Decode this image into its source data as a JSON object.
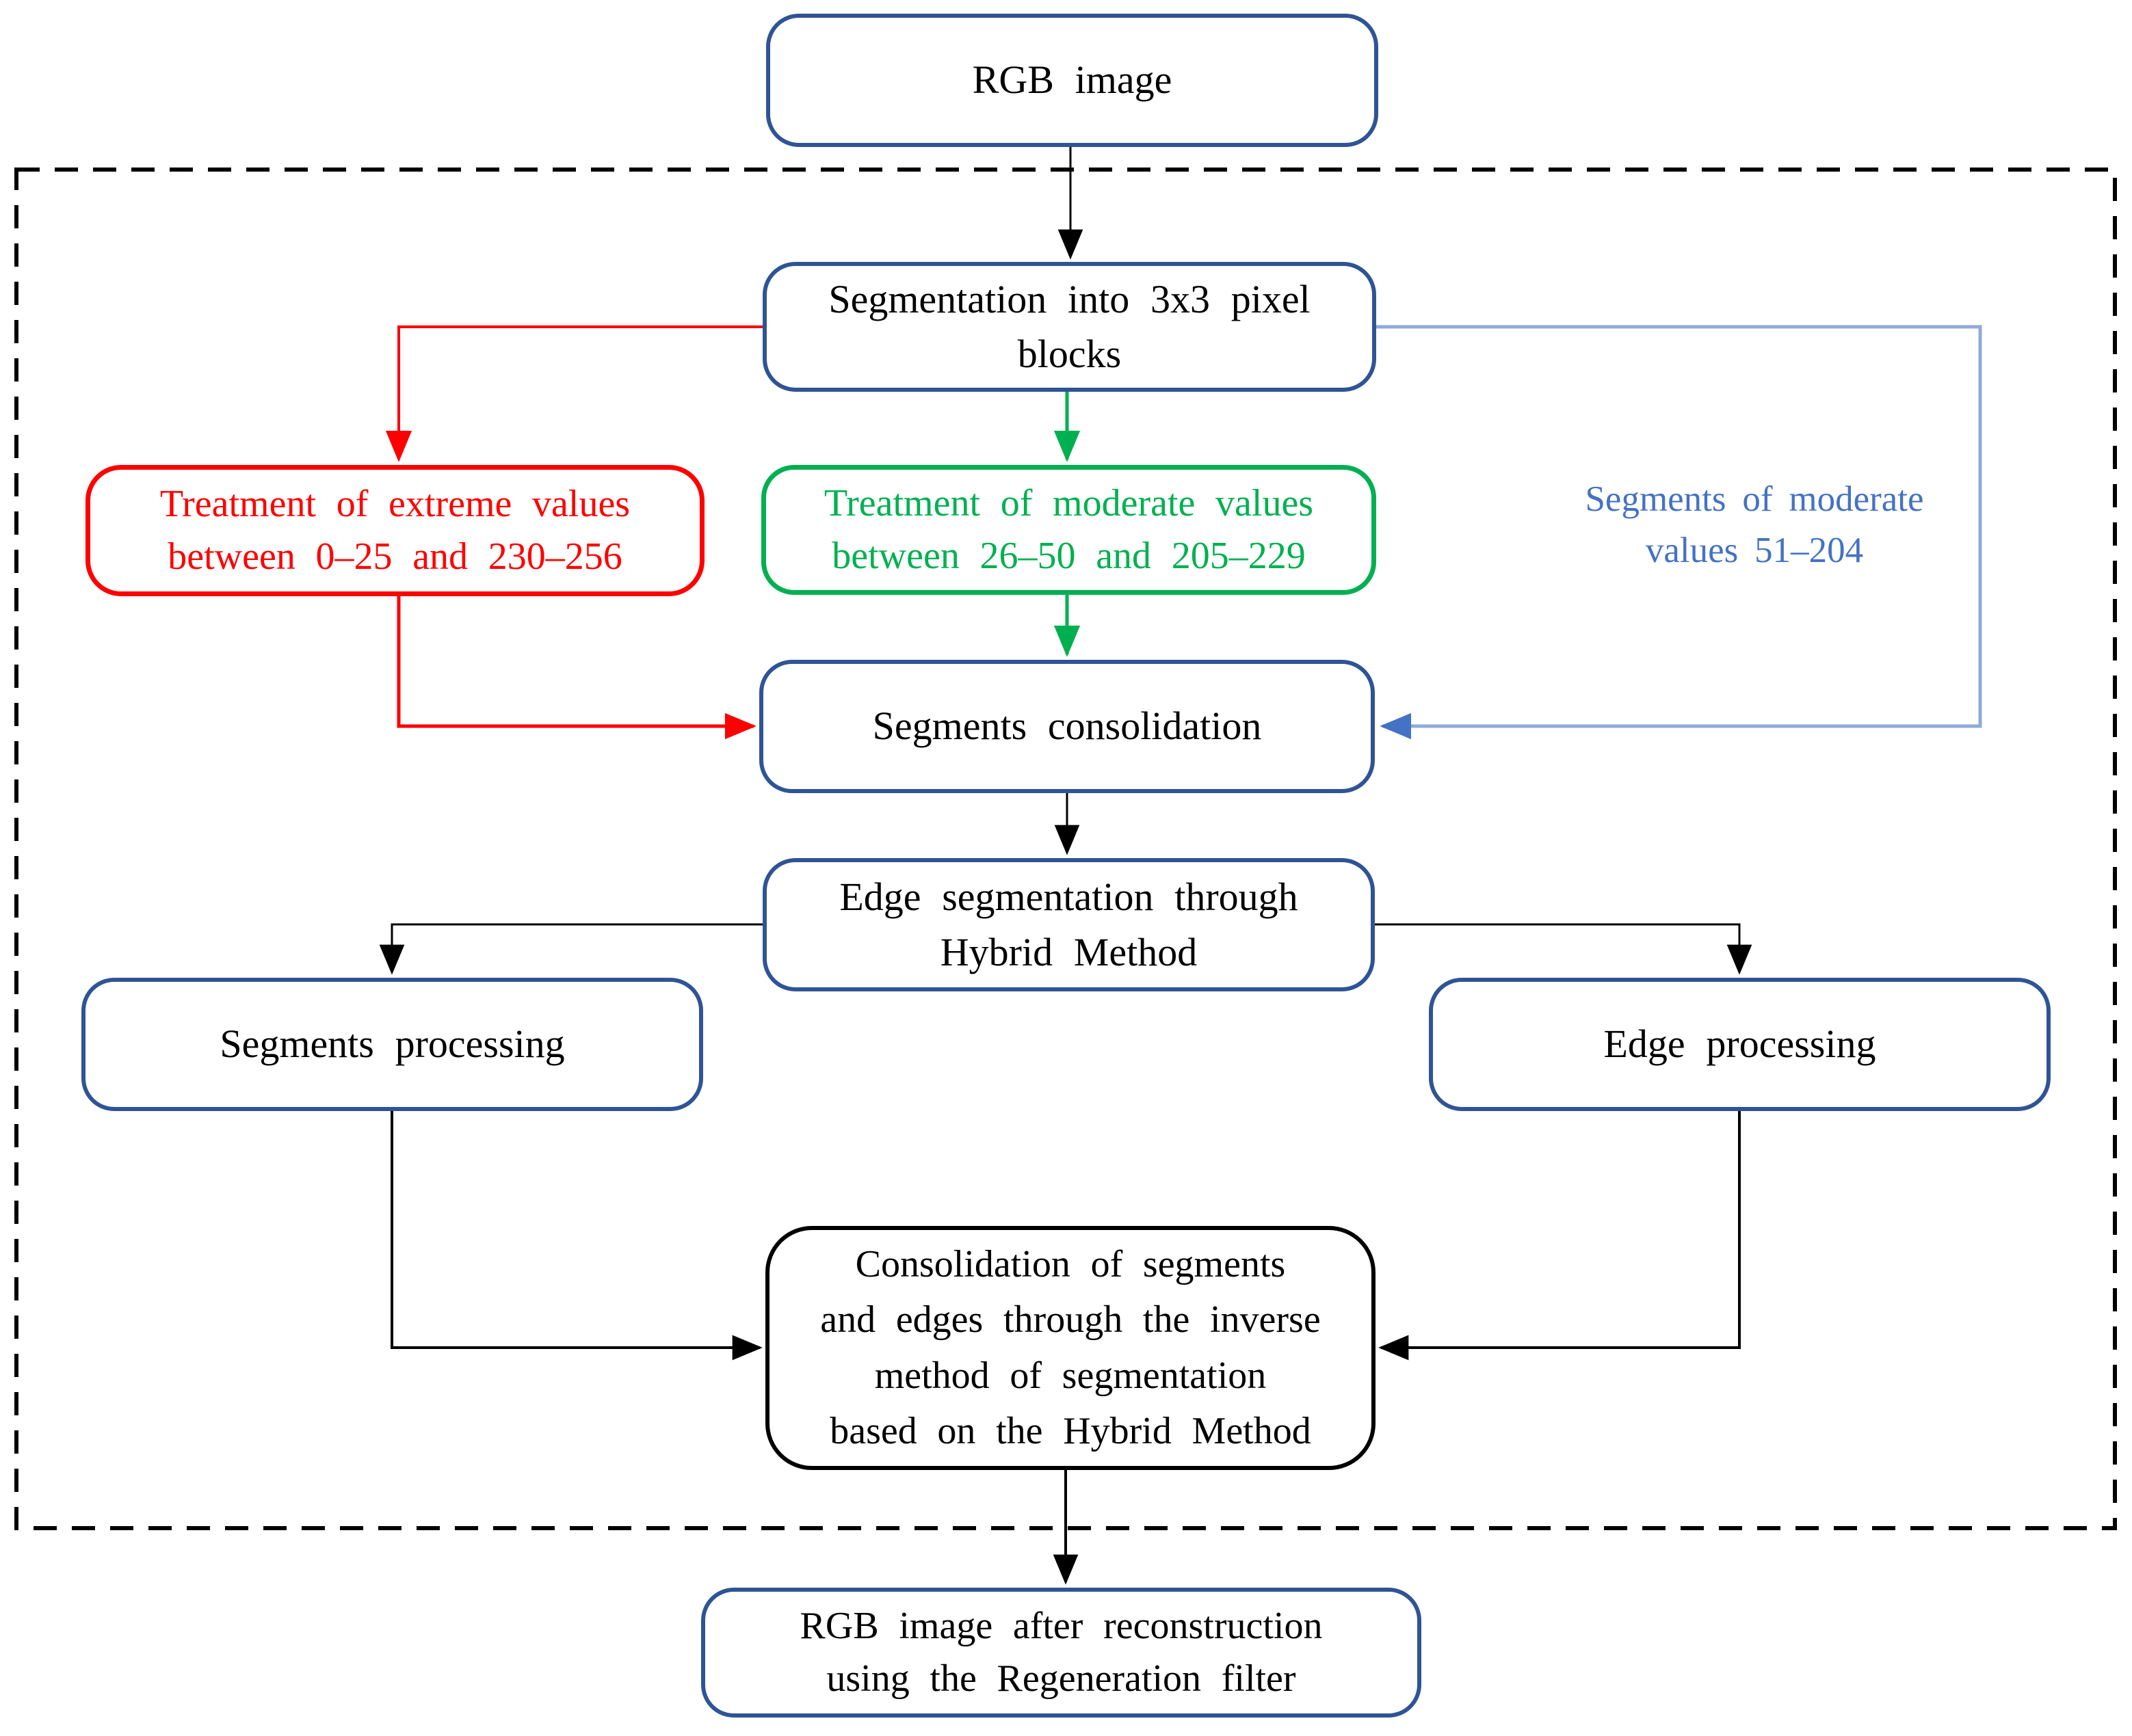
{
  "diagram": {
    "colors": {
      "node_border_blue": "#2F5496",
      "extreme_values_red": "#FF0000",
      "moderate_values_green": "#00B050",
      "moderate_segments_text_blue": "#4472C4",
      "moderate_segments_line_blue": "#8FAADC",
      "connector_black": "#000000",
      "final_box_border": "#000000"
    },
    "nodes": {
      "rgb_input": "RGB image",
      "segmentation": "Segmentation into 3x3 pixel\nblocks",
      "treatment_extreme": "Treatment of extreme values\nbetween 0–25 and 230–256",
      "treatment_moderate": "Treatment of moderate values\nbetween 26–50 and 205–229",
      "segments_moderate_label": "Segments of moderate\nvalues 51–204",
      "segments_consolidation": "Segments consolidation",
      "edge_segmentation": "Edge segmentation through\nHybrid Method",
      "segments_processing": "Segments processing",
      "edge_processing": "Edge processing",
      "final_consolidation": "Consolidation of segments\nand edges through the inverse\nmethod of segmentation\nbased on the Hybrid Method",
      "rgb_output": "RGB image after reconstruction\nusing the Regeneration filter"
    }
  }
}
